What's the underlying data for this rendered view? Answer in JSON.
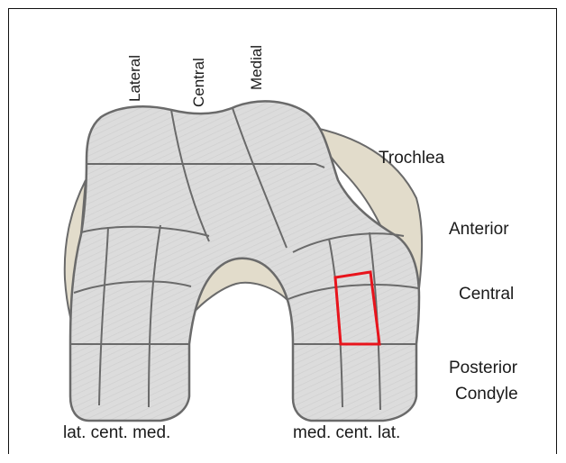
{
  "labels": {
    "top": [
      "Lateral",
      "Central",
      "Medial"
    ],
    "regions": {
      "trochlea": "Trochlea",
      "anterior": "Anterior",
      "central": "Central",
      "posterior_line1": "Posterior",
      "posterior_line2": "Condyle"
    },
    "bottom_left": "lat. cent. med.",
    "bottom_right": "med. cent. lat."
  },
  "colors": {
    "bone": "#dcdcdc",
    "outline": "#6a6a6a",
    "cartilage": "#e2dccb",
    "highlight": "#e8141c"
  }
}
